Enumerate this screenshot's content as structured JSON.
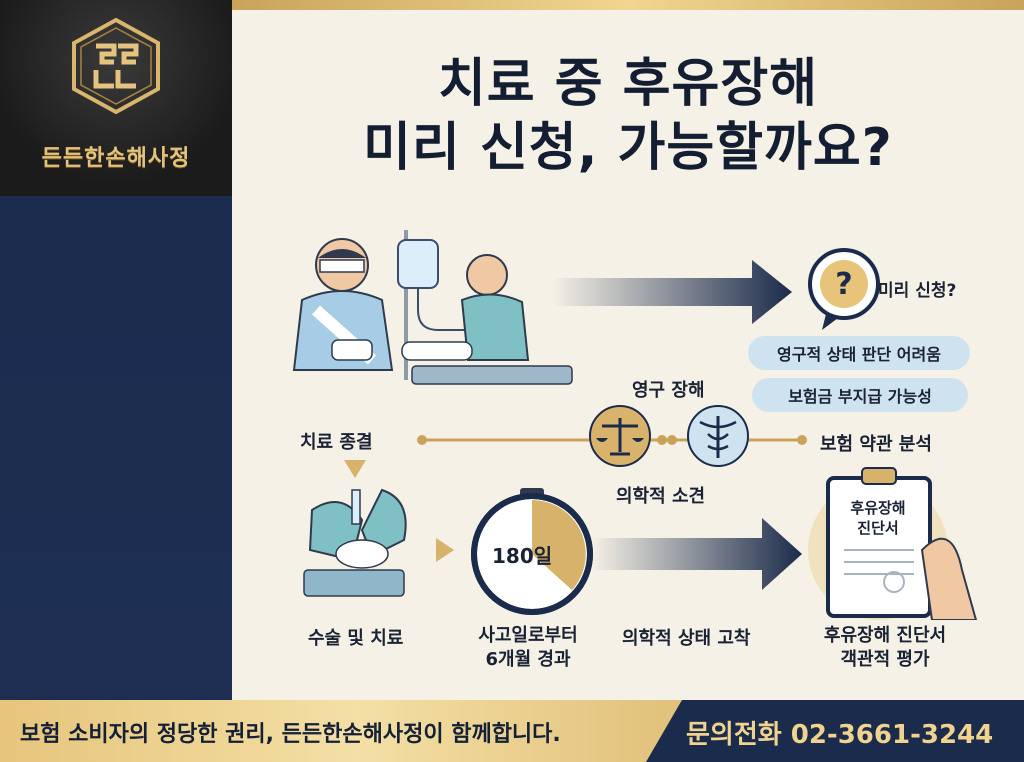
{
  "brand": {
    "name": "든든한손해사정"
  },
  "title": {
    "line1": "치료 중 후유장해",
    "line2": "미리 신청, 가능할까요?"
  },
  "question_box": {
    "label": "미리 신청?"
  },
  "pills": [
    "영구적 상태 판단 어려움",
    "보험금 부지급 가능성"
  ],
  "timeline": {
    "left_label": "치료 종결",
    "middle_top_label": "영구 장해",
    "middle_bottom_label": "의학적 소견",
    "right_label": "보험 약관 분석"
  },
  "steps": [
    {
      "label": "수술 및 치료"
    },
    {
      "label_line1": "사고일로부터",
      "label_line2": "6개월 경과",
      "timer": "180일"
    },
    {
      "label": "의학적 상태 고착"
    },
    {
      "label_line1": "후유장해 진단서",
      "label_line2": "객관적 평가",
      "doc_line1": "후유장해",
      "doc_line2": "진단서"
    }
  ],
  "footer": {
    "slogan": "보험 소비자의 정당한 권리, 든든한손해사정이 함께합니다.",
    "phone": "문의전화 02-3661-3244"
  },
  "colors": {
    "navy": "#1b2b4b",
    "gold": "#d4b26a",
    "cream": "#f6f1e6",
    "sky": "#cfe2ef"
  }
}
